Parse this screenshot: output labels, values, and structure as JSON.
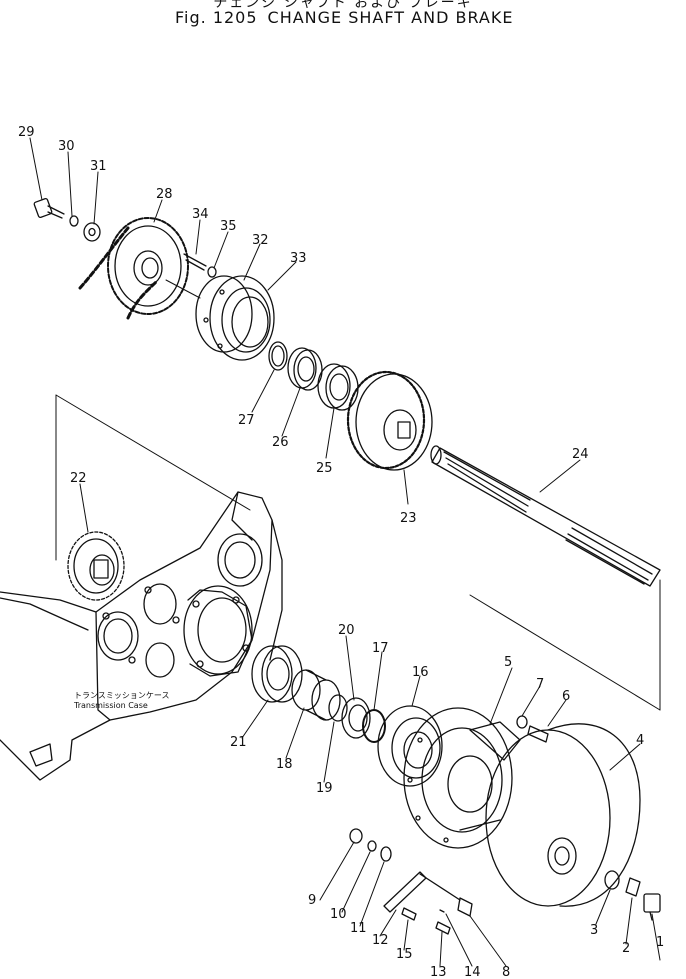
{
  "figure": {
    "title_jp": "チェンジ シャフト および ブレーキ",
    "fig_label": "Fig. 1205",
    "title_en": "CHANGE SHAFT AND BRAKE"
  },
  "case_label": {
    "jp": "トランスミッションケース",
    "en": "Transmission Case"
  },
  "callouts": {
    "c1": "1",
    "c2": "2",
    "c3": "3",
    "c4": "4",
    "c5": "5",
    "c6": "6",
    "c7": "7",
    "c8": "8",
    "c9": "9",
    "c10": "10",
    "c11": "11",
    "c12": "12",
    "c13": "13",
    "c14": "14",
    "c15": "15",
    "c16": "16",
    "c17": "17",
    "c18": "18",
    "c19": "19",
    "c20": "20",
    "c21": "21",
    "c22": "22",
    "c23": "23",
    "c24": "24",
    "c25": "25",
    "c26": "26",
    "c27": "27",
    "c28": "28",
    "c29": "29",
    "c30": "30",
    "c31": "31",
    "c32": "32",
    "c33": "33",
    "c34": "34",
    "c35": "35"
  },
  "colors": {
    "ink": "#111111",
    "paper": "#ffffff"
  }
}
